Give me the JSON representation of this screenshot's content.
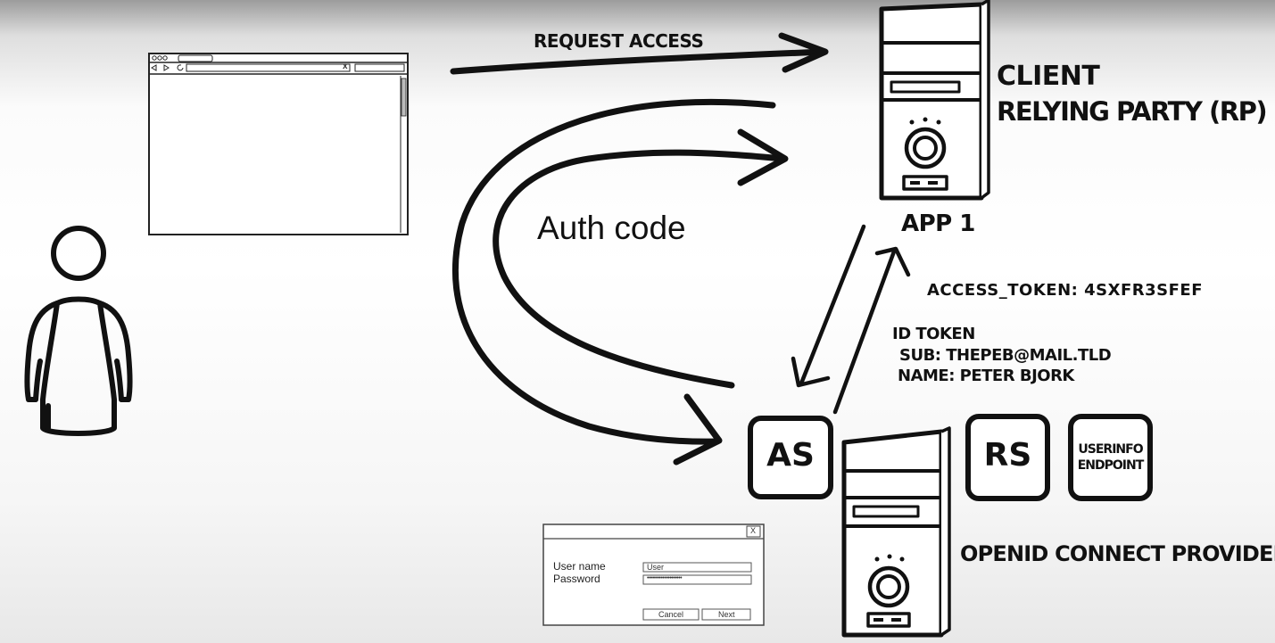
{
  "labels": {
    "request_access": "REQUEST ACCESS",
    "client": "CLIENT",
    "relying_party": "RELYING PARTY (RP)",
    "app1": "APP 1",
    "auth_code": "Auth code",
    "access_token": "ACCESS_TOKEN:  4SXFR3SFEF",
    "id_token": "ID TOKEN",
    "sub": "SUB:  THEPEB@MAIL.TLD",
    "name": "NAME:  PETER BJORK",
    "provider": "OPENID CONNECT PROVIDER"
  },
  "boxes": {
    "as": "AS",
    "rs": "RS",
    "userinfo_line1": "USERINFO",
    "userinfo_line2": "ENDPOINT"
  },
  "login_dialog": {
    "close": "X",
    "username_label": "User name",
    "password_label": "Password",
    "username_value": "User",
    "password_value": "••••••••••••••••••••",
    "cancel": "Cancel",
    "next": "Next"
  },
  "browser": {
    "close": "x"
  }
}
